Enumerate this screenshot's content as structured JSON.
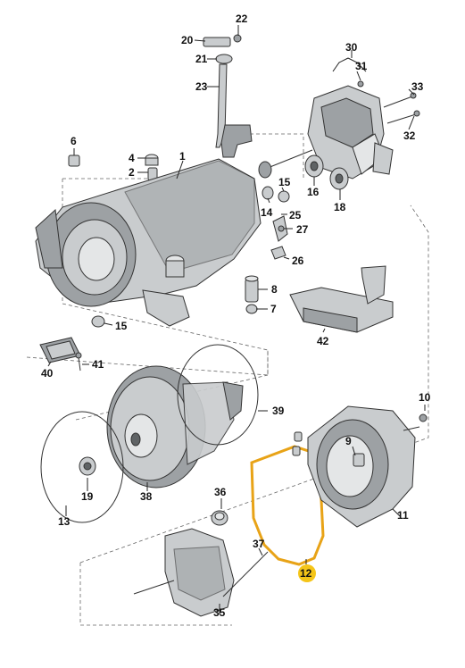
{
  "callouts": [
    {
      "id": "c1",
      "text": "1"
    },
    {
      "id": "c2",
      "text": "2"
    },
    {
      "id": "c4",
      "text": "4"
    },
    {
      "id": "c6",
      "text": "6"
    },
    {
      "id": "c7",
      "text": "7"
    },
    {
      "id": "c8",
      "text": "8"
    },
    {
      "id": "c9",
      "text": "9"
    },
    {
      "id": "c10",
      "text": "10"
    },
    {
      "id": "c11",
      "text": "11"
    },
    {
      "id": "c12",
      "text": "12"
    },
    {
      "id": "c13",
      "text": "13"
    },
    {
      "id": "c14",
      "text": "14"
    },
    {
      "id": "c15a",
      "text": "15"
    },
    {
      "id": "c15b",
      "text": "15"
    },
    {
      "id": "c16",
      "text": "16"
    },
    {
      "id": "c18",
      "text": "18"
    },
    {
      "id": "c19",
      "text": "19"
    },
    {
      "id": "c20",
      "text": "20"
    },
    {
      "id": "c21",
      "text": "21"
    },
    {
      "id": "c22",
      "text": "22"
    },
    {
      "id": "c23",
      "text": "23"
    },
    {
      "id": "c25",
      "text": "25"
    },
    {
      "id": "c26",
      "text": "26"
    },
    {
      "id": "c27",
      "text": "27"
    },
    {
      "id": "c30",
      "text": "30"
    },
    {
      "id": "c31",
      "text": "31"
    },
    {
      "id": "c32",
      "text": "32"
    },
    {
      "id": "c33",
      "text": "33"
    },
    {
      "id": "c35",
      "text": "35"
    },
    {
      "id": "c36",
      "text": "36"
    },
    {
      "id": "c37",
      "text": "37"
    },
    {
      "id": "c38",
      "text": "38"
    },
    {
      "id": "c39",
      "text": "39"
    },
    {
      "id": "c40",
      "text": "40"
    },
    {
      "id": "c41",
      "text": "41"
    },
    {
      "id": "c42",
      "text": "42"
    }
  ],
  "highlight": {
    "text": "12",
    "color": "#f5c518"
  },
  "colors": {
    "metal": "#c9ccce",
    "gasket": "#e8a317",
    "lines": "#222222"
  }
}
